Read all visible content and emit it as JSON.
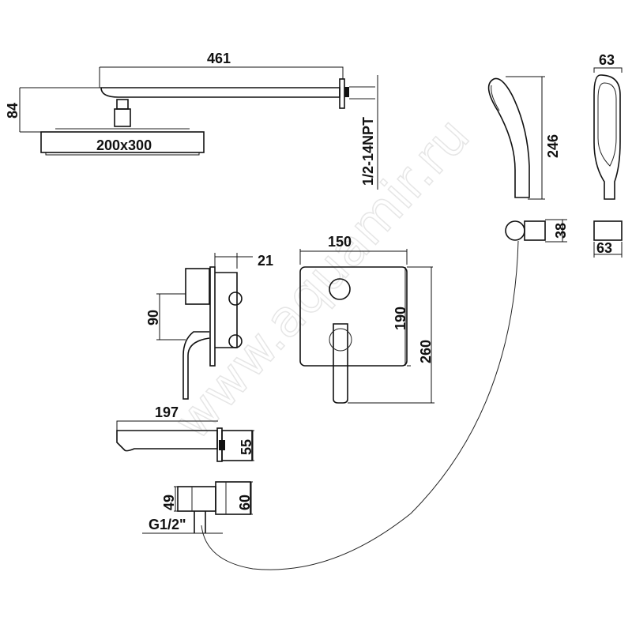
{
  "watermark": "www.aquamir.ru",
  "dimensions": {
    "arm_length": "461",
    "head_height": "84",
    "head_size": "200x300",
    "thread_top": "1/2-14NPT",
    "hand_shower_length": "246",
    "hand_shower_width": "63",
    "holder_height": "38",
    "holder_width": "63",
    "plate_width": "150",
    "mixer_depth": "21",
    "mixer_side_height": "90",
    "plate_height": "190",
    "total_height": "260",
    "spout_length": "197",
    "spout_height": "55",
    "outlet_depth": "49",
    "outlet_height": "60",
    "outlet_thread": "G1/2\""
  }
}
